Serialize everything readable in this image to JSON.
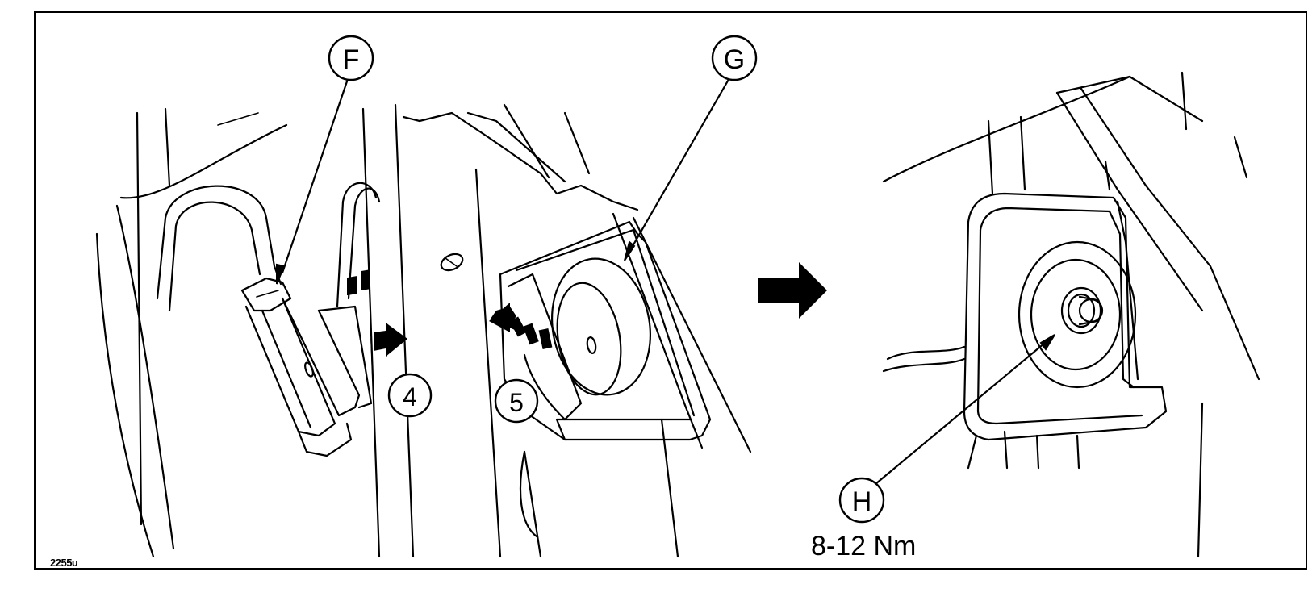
{
  "callouts": {
    "f": "F",
    "g": "G",
    "h": "H"
  },
  "steps": {
    "four": "4",
    "five": "5"
  },
  "torque_label": "8-12 Nm",
  "figure_code": "2255u",
  "colors": {
    "ink": "#000000",
    "paper": "#ffffff"
  }
}
